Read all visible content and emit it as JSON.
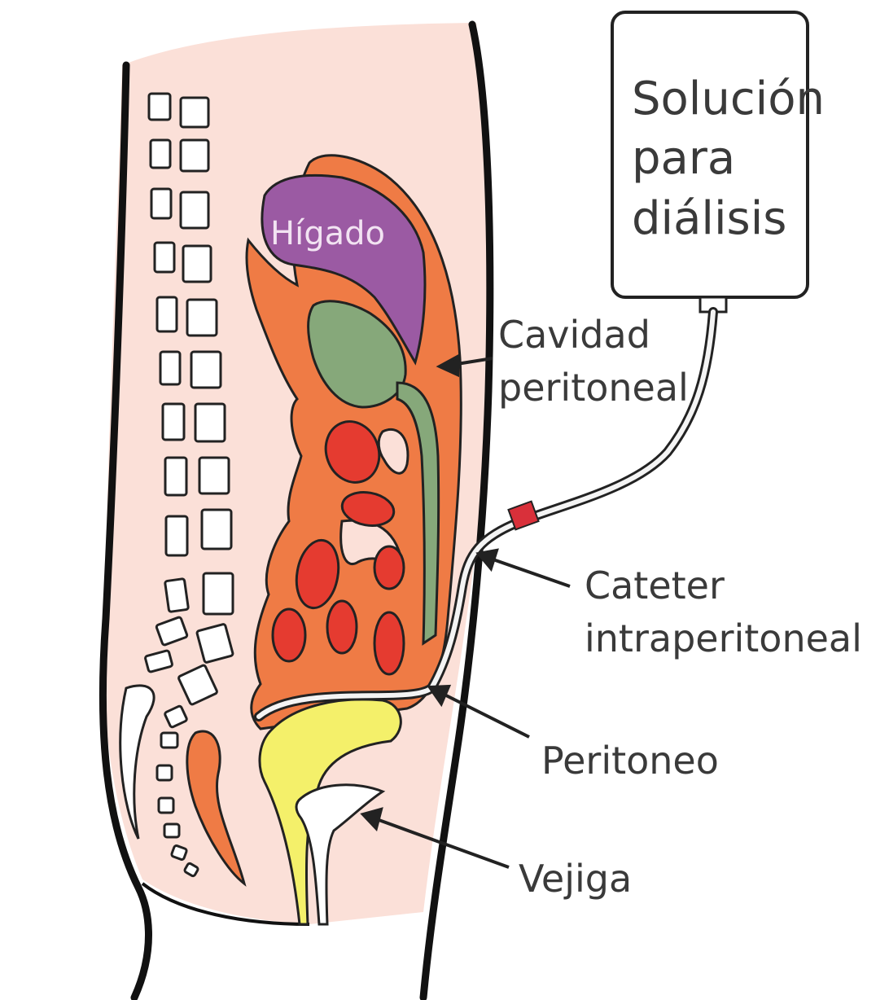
{
  "labels": {
    "bag": [
      "Solución",
      "para",
      "diálisis"
    ],
    "liver": "Hígado",
    "cavity": [
      "Cavidad",
      "peritoneal"
    ],
    "catheter": [
      "Cateter",
      "intraperitoneal"
    ],
    "peritoneum": "Peritoneo",
    "bladder": "Vejiga"
  },
  "colors": {
    "skin": "#fbe0d8",
    "peritoneum_orange": "#ef7b45",
    "liver_purple": "#9b5aa3",
    "stomach_green": "#86a87a",
    "intestine_red": "#e53b30",
    "bladder_yellow": "#f4f06a",
    "catheter_marker": "#d9303a",
    "outline": "#1a1a1a"
  }
}
